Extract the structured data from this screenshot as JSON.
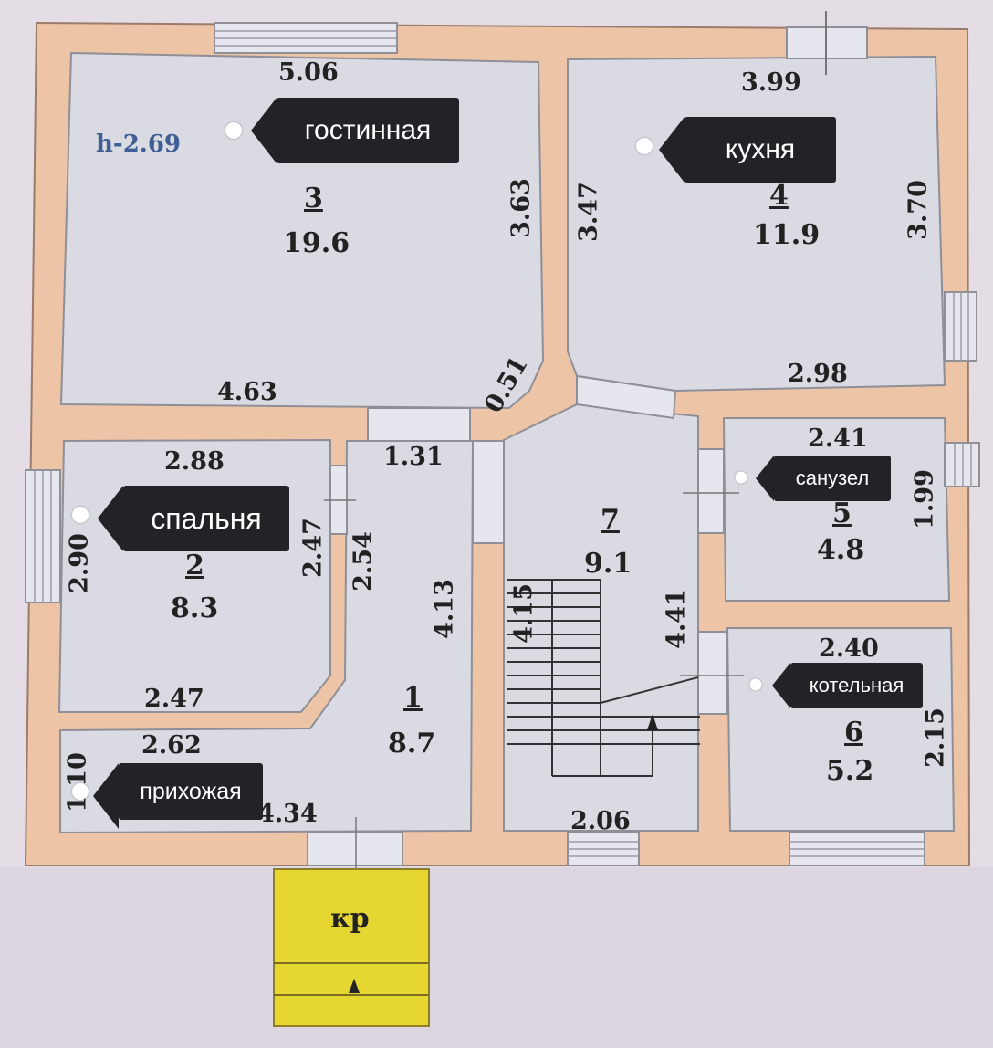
{
  "plan": {
    "ceiling_height": "h-2.69",
    "entrance_label": "кр",
    "rooms": [
      {
        "number": "3",
        "area": "19.6",
        "tag": "гостинная"
      },
      {
        "number": "4",
        "area": "11.9",
        "tag": "кухня"
      },
      {
        "number": "2",
        "area": "8.3",
        "tag": "спальня"
      },
      {
        "number": "1",
        "area": "8.7",
        "tag": "прихожая"
      },
      {
        "number": "7",
        "area": "9.1"
      },
      {
        "number": "5",
        "area": "4.8",
        "tag": "санузел"
      },
      {
        "number": "6",
        "area": "5.2",
        "tag": "котельная"
      }
    ],
    "dimensions": {
      "living_top": "5.06",
      "living_right": "3.63",
      "living_bottom": "4.63",
      "living_corner": "0.51",
      "kitchen_top": "3.99",
      "kitchen_left": "3.47",
      "kitchen_right": "3.70",
      "kitchen_bottom": "2.98",
      "bedroom_top": "2.88",
      "bedroom_left": "2.90",
      "bedroom_right": "2.47",
      "bedroom_bottom": "2.47",
      "hall_top": "1.31",
      "hall_left": "2.54",
      "hall_right": "4.13",
      "entry_top": "2.62",
      "entry_left": "1.10",
      "entry_bottom": "4.34",
      "stair_left": "4.15",
      "stair_right": "4.41",
      "stair_bottom": "2.06",
      "bath_top": "2.41",
      "bath_right": "1.99",
      "boiler_top": "2.40",
      "boiler_right": "2.15"
    }
  }
}
